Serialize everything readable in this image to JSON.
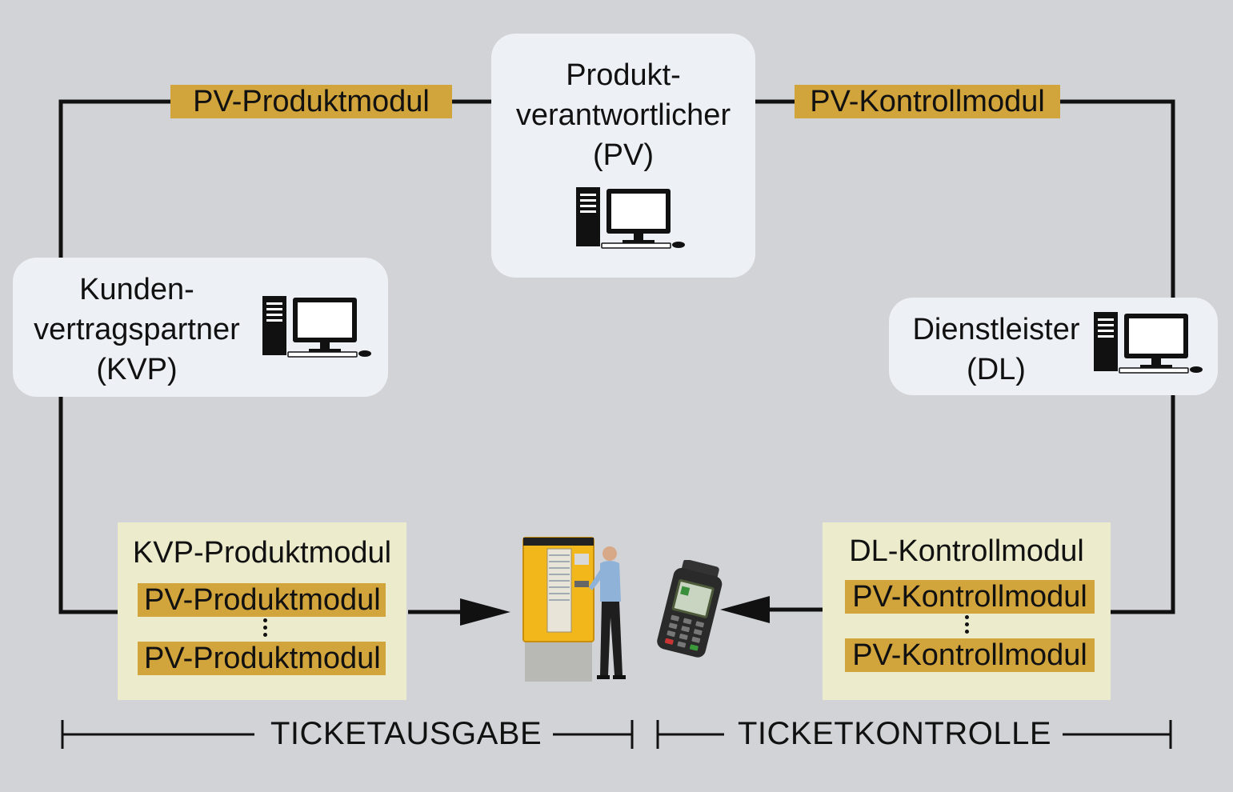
{
  "pv_node": {
    "line1": "Produkt-",
    "line2": "verantwortlicher",
    "line3": "(PV)"
  },
  "kvp_node": {
    "line1": "Kunden-",
    "line2": "vertragspartner",
    "line3": "(KVP)"
  },
  "dl_node": {
    "line1": "Dienstleister",
    "line2": "(DL)"
  },
  "top_left_module": "PV-Produktmodul",
  "top_right_module": "PV-Kontrollmodul",
  "kvp_module": {
    "title": "KVP-Produktmodul",
    "items": [
      "PV-Produktmodul",
      "PV-Produktmodul"
    ]
  },
  "dl_module": {
    "title": "DL-Kontrollmodul",
    "items": [
      "PV-Kontrollmodul",
      "PV-Kontrollmodul"
    ]
  },
  "bottom_labels": {
    "left": "TICKETAUSGABE",
    "right": "TICKETKONTROLLE"
  },
  "colors": {
    "background": "#d2d3d7",
    "node_box": "#edf0f5",
    "module_box": "#ecebcc",
    "module_tag": "#d1a43c",
    "line": "#111111"
  },
  "icons": [
    "desktop-computer-icon",
    "ticket-machine-image",
    "handheld-terminal-image"
  ]
}
